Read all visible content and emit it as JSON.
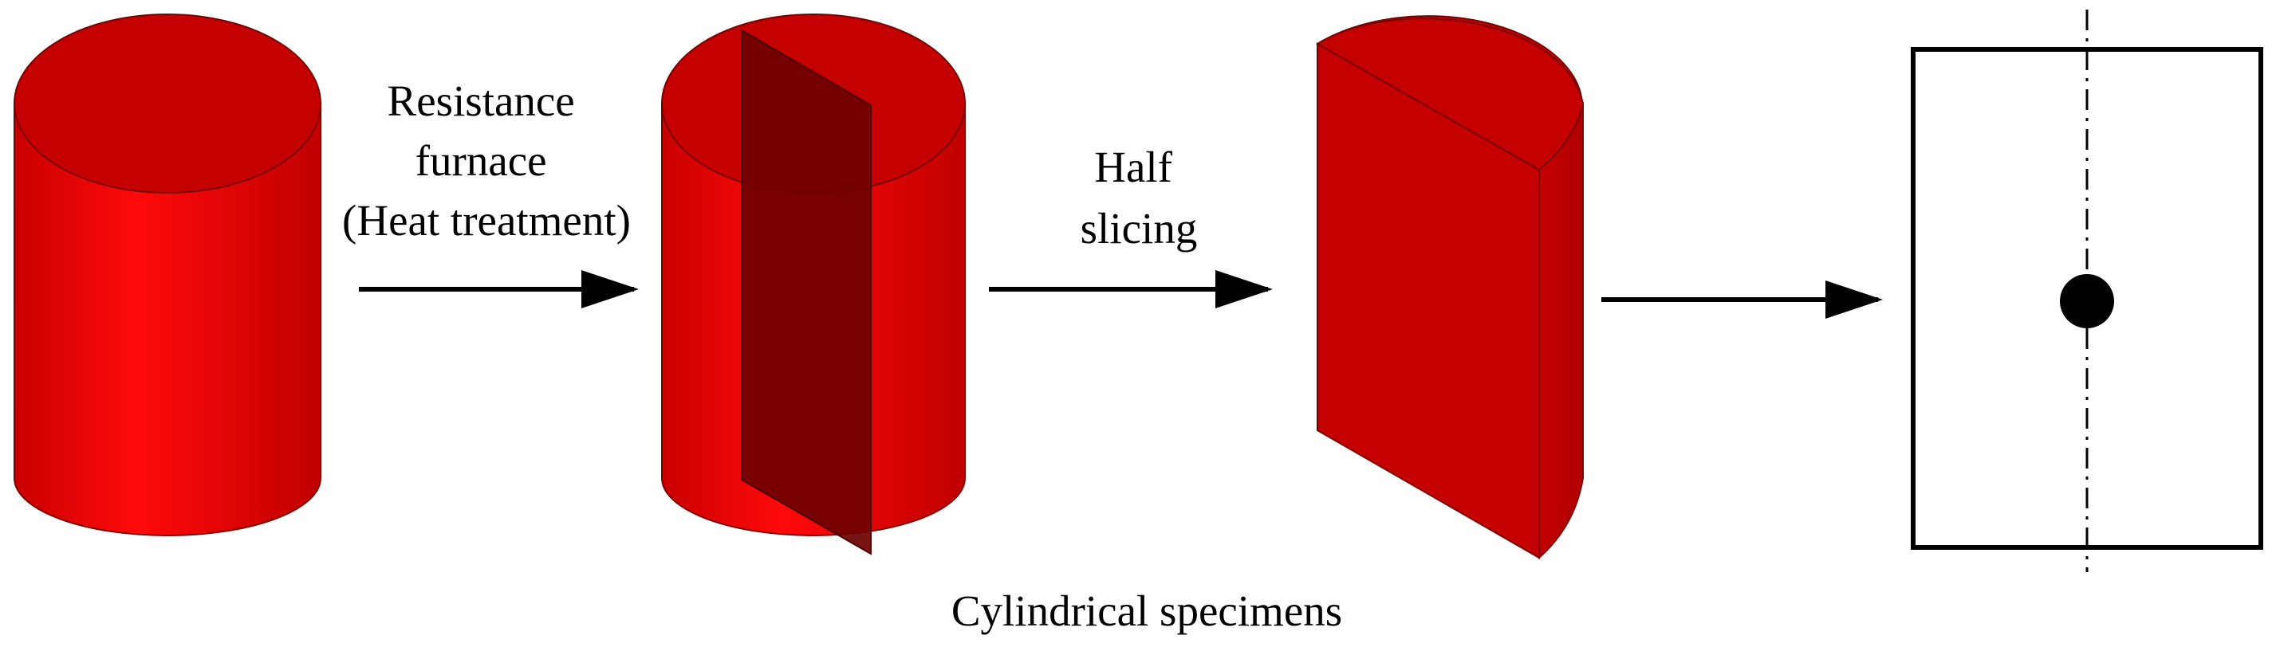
{
  "labels": {
    "step1": [
      "Resistance",
      "furnace",
      "(Heat treatment)"
    ],
    "step2": [
      "Half",
      "slicing"
    ],
    "caption": "Cylindrical specimens"
  },
  "colors": {
    "cylinder_body": "#e60000",
    "cylinder_top": "#c40000",
    "cut_plane": "#6e0000",
    "line": "#000000",
    "background": "#ffffff"
  }
}
